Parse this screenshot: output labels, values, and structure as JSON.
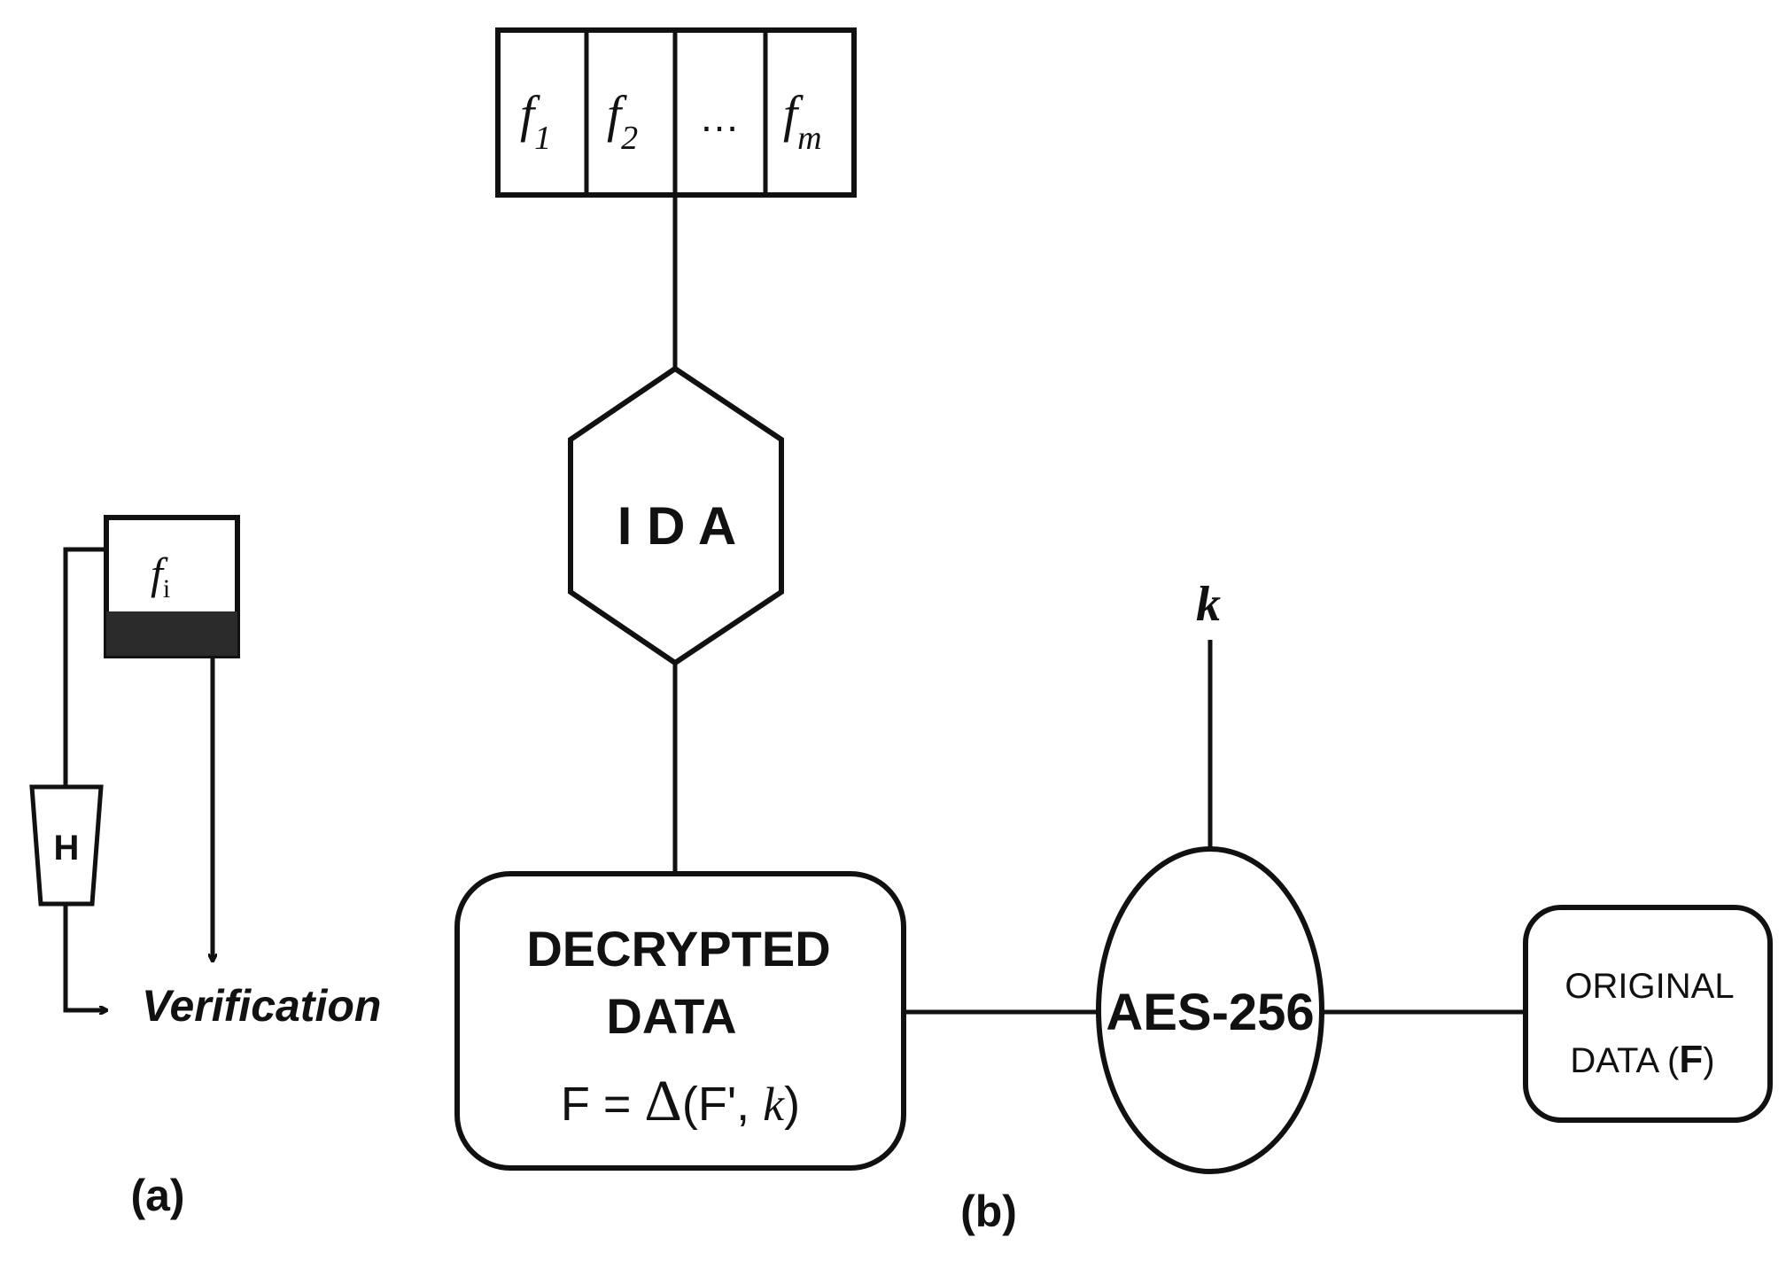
{
  "panel_a": {
    "fragment": {
      "base": "f",
      "sub": "i"
    },
    "hash_label": "H",
    "verification_label": "Verification",
    "caption": "(a)"
  },
  "panel_b": {
    "fragments": [
      {
        "base": "f",
        "sub": "1"
      },
      {
        "base": "f",
        "sub": "2"
      },
      {
        "base": "…",
        "sub": ""
      },
      {
        "base": "f",
        "sub": "m"
      }
    ],
    "ida_label": "I D A",
    "decrypted": {
      "line1": "DECRYPTED",
      "line2": "DATA",
      "formula_lhs": "F = ",
      "formula_delta": "Δ",
      "formula_open": "(F', ",
      "formula_k": "k",
      "formula_close": ")"
    },
    "aes_label": "AES-256",
    "key_label": "k",
    "original": {
      "line1": "ORIGINAL",
      "line2": "DATA (",
      "var": "F",
      "close": ")"
    },
    "caption": "(b)"
  },
  "colors": {
    "stroke": "#111111",
    "fill_dark": "#2b2b2b",
    "background": "#ffffff"
  }
}
